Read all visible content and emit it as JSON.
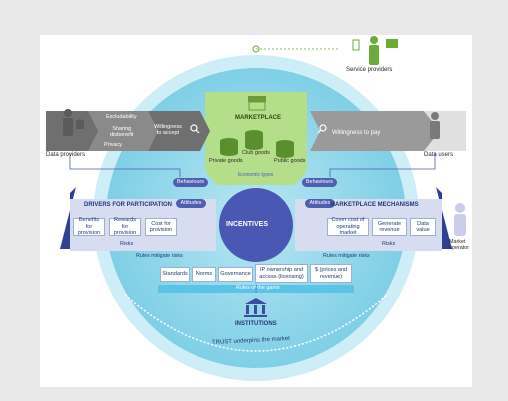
{
  "service_providers": {
    "label": "Service providers"
  },
  "data_providers": {
    "label": "Data providers",
    "excludability": "Excludability",
    "sharing": "Sharing\ndisbenefit",
    "privacy": "Privacy",
    "willingness_accept": "Willingness\nto accept"
  },
  "data_users": {
    "label": "Data users",
    "willingness_pay": "Willingness to pay"
  },
  "marketplace": {
    "title": "MARKETPLACE",
    "private_goods": "Private goods",
    "club_goods": "Club goods",
    "public_goods": "Public goods",
    "economic_types": "Economic types"
  },
  "behaviours_left": "Behaviours",
  "behaviours_right": "Behaviours",
  "attitudes_left": "Attitudes",
  "attitudes_right": "Attitudes",
  "incentives": "INCENTIVES",
  "drivers": {
    "title": "DRIVERS FOR PARTICIPATION",
    "items": [
      "Benefits for provision",
      "Rewards for provision",
      "Cost for provision"
    ],
    "risks": "Risks",
    "rules": "Rules mitigate risks"
  },
  "mechanisms": {
    "title": "MARKETPLACE MECHANISMS",
    "items": [
      "Cover cost of operating market",
      "Generate revenue",
      "Data value"
    ],
    "risks": "Risks",
    "rules": "Rules mitigate risks"
  },
  "market_operator": "Market operator",
  "rules_items": [
    "Standards",
    "Norms",
    "Governance",
    "IP ownership and access (licensing)",
    "$ (prices and revenue)"
  ],
  "rules_of_game": "Rules of the game",
  "institutions": "INSTITUTIONS",
  "trust": "TRUST underpins the market"
}
